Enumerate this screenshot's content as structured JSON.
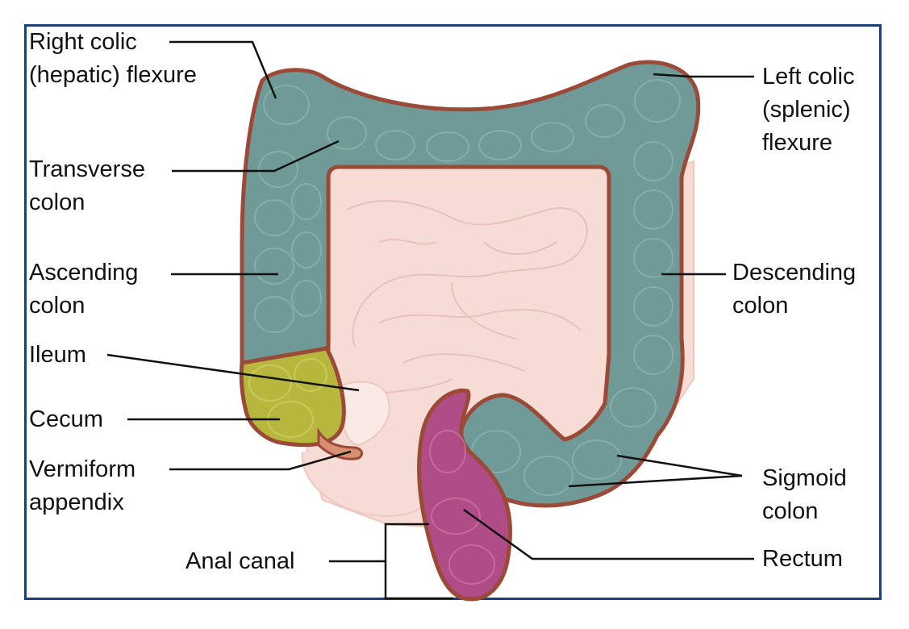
{
  "labels": {
    "right_colic_flexure": [
      "Right colic",
      "(hepatic) flexure"
    ],
    "transverse_colon": [
      "Transverse",
      "colon"
    ],
    "ascending_colon": [
      "Ascending",
      "colon"
    ],
    "ileum": [
      "Ileum"
    ],
    "cecum": [
      "Cecum"
    ],
    "vermiform_appendix": [
      "Vermiform",
      "appendix"
    ],
    "anal_canal": [
      "Anal canal"
    ],
    "left_colic_flexure": [
      "Left colic",
      "(splenic)",
      "flexure"
    ],
    "descending_colon": [
      "Descending",
      "colon"
    ],
    "sigmoid_colon": [
      "Sigmoid",
      "colon"
    ],
    "rectum": [
      "Rectum"
    ]
  },
  "colors": {
    "frame": "#1d3f7a",
    "colon_fill": "#6f9a97",
    "colon_outline": "#9c4a38",
    "cecum_fill": "#b7b73e",
    "rectum_fill": "#b04c86",
    "intestine_fill": "#f7dcd6",
    "leader_line": "#111111"
  }
}
